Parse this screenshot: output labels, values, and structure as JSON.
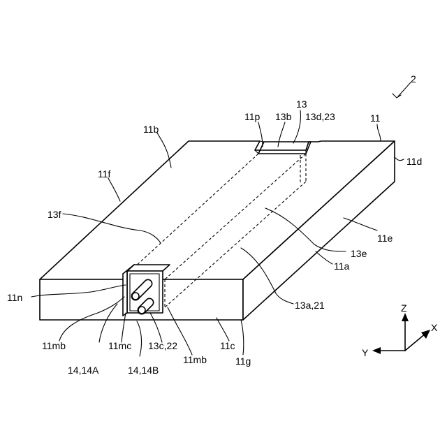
{
  "figure_ref": "2",
  "labels": {
    "l_11": "11",
    "l_11a": "11a",
    "l_11b": "11b",
    "l_11c": "11c",
    "l_11d": "11d",
    "l_11e": "11e",
    "l_11f": "11f",
    "l_11g": "11g",
    "l_11n": "11n",
    "l_11p": "11p",
    "l_11mb_left": "11mb",
    "l_11mb_right": "11mb",
    "l_11mc": "11mc",
    "l_13": "13",
    "l_13b": "13b",
    "l_13d23": "13d,23",
    "l_13f": "13f",
    "l_13e": "13e",
    "l_13a21": "13a,21",
    "l_13c22": "13c,22",
    "l_14A": "14,14A",
    "l_14B": "14,14B"
  },
  "axes": {
    "z": "Z",
    "x": "X",
    "y": "Y"
  }
}
